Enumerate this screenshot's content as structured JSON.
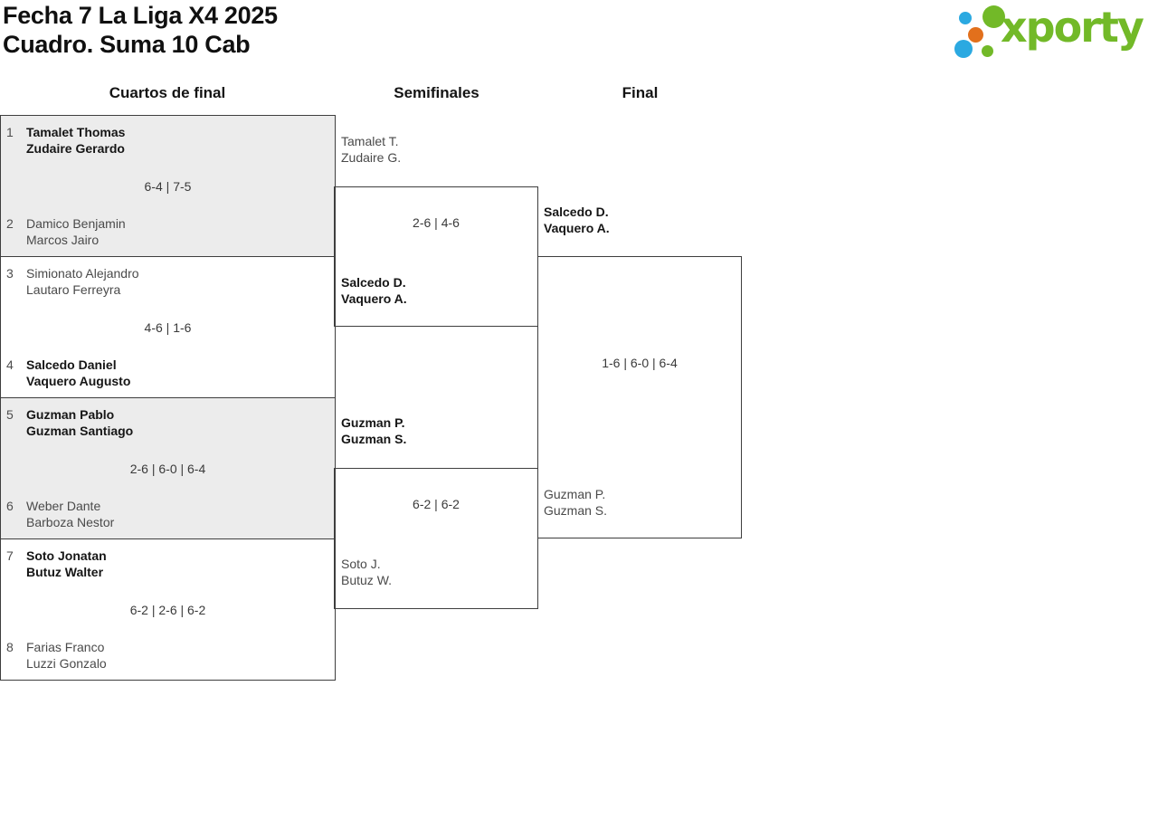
{
  "header": {
    "title_line1": "Fecha 7 La Liga X4 2025",
    "title_line2": "Cuadro. Suma 10 Cab",
    "logo_text": "xporty"
  },
  "rounds": {
    "quarterfinals_label": "Cuartos de final",
    "semifinals_label": "Semifinales",
    "final_label": "Final"
  },
  "bracket": {
    "quarterfinals": [
      {
        "seed_top": "1",
        "team_top": [
          "Tamalet Thomas",
          "Zudaire Gerardo"
        ],
        "top_winner": true,
        "score": "6-4 | 7-5",
        "seed_bottom": "2",
        "team_bottom": [
          "Damico Benjamin",
          "Marcos Jairo"
        ],
        "bottom_winner": false
      },
      {
        "seed_top": "3",
        "team_top": [
          "Simionato Alejandro",
          "Lautaro Ferreyra"
        ],
        "top_winner": false,
        "score": "4-6 | 1-6",
        "seed_bottom": "4",
        "team_bottom": [
          "Salcedo Daniel",
          "Vaquero Augusto"
        ],
        "bottom_winner": true
      },
      {
        "seed_top": "5",
        "team_top": [
          "Guzman Pablo",
          "Guzman Santiago"
        ],
        "top_winner": true,
        "score": "2-6 | 6-0 | 6-4",
        "seed_bottom": "6",
        "team_bottom": [
          "Weber Dante",
          "Barboza Nestor"
        ],
        "bottom_winner": false
      },
      {
        "seed_top": "7",
        "team_top": [
          "Soto Jonatan",
          "Butuz Walter"
        ],
        "top_winner": true,
        "score": "6-2 | 2-6 | 6-2",
        "seed_bottom": "8",
        "team_bottom": [
          "Farias Franco",
          "Luzzi Gonzalo"
        ],
        "bottom_winner": false
      }
    ],
    "semifinals": [
      {
        "team_top": [
          "Tamalet T.",
          "Zudaire G."
        ],
        "top_winner": false,
        "score": "2-6 | 4-6",
        "team_bottom": [
          "Salcedo D.",
          "Vaquero A."
        ],
        "bottom_winner": true
      },
      {
        "team_top": [
          "Guzman P.",
          "Guzman S."
        ],
        "top_winner": true,
        "score": "6-2 | 6-2",
        "team_bottom": [
          "Soto J.",
          "Butuz W."
        ],
        "bottom_winner": false
      }
    ],
    "final": {
      "team_top": [
        "Salcedo D.",
        "Vaquero A."
      ],
      "top_winner": true,
      "score": "1-6 | 6-0 | 6-4",
      "team_bottom": [
        "Guzman P.",
        "Guzman S."
      ],
      "bottom_winner": false
    }
  },
  "colors": {
    "logo_green": "#72b928",
    "logo_blue": "#2ba9e1",
    "logo_orange": "#e2701c",
    "box_shaded": "#ececec",
    "border": "#3e3e3e",
    "winner_text": "#161616",
    "regular_text": "#4a4a4a"
  }
}
